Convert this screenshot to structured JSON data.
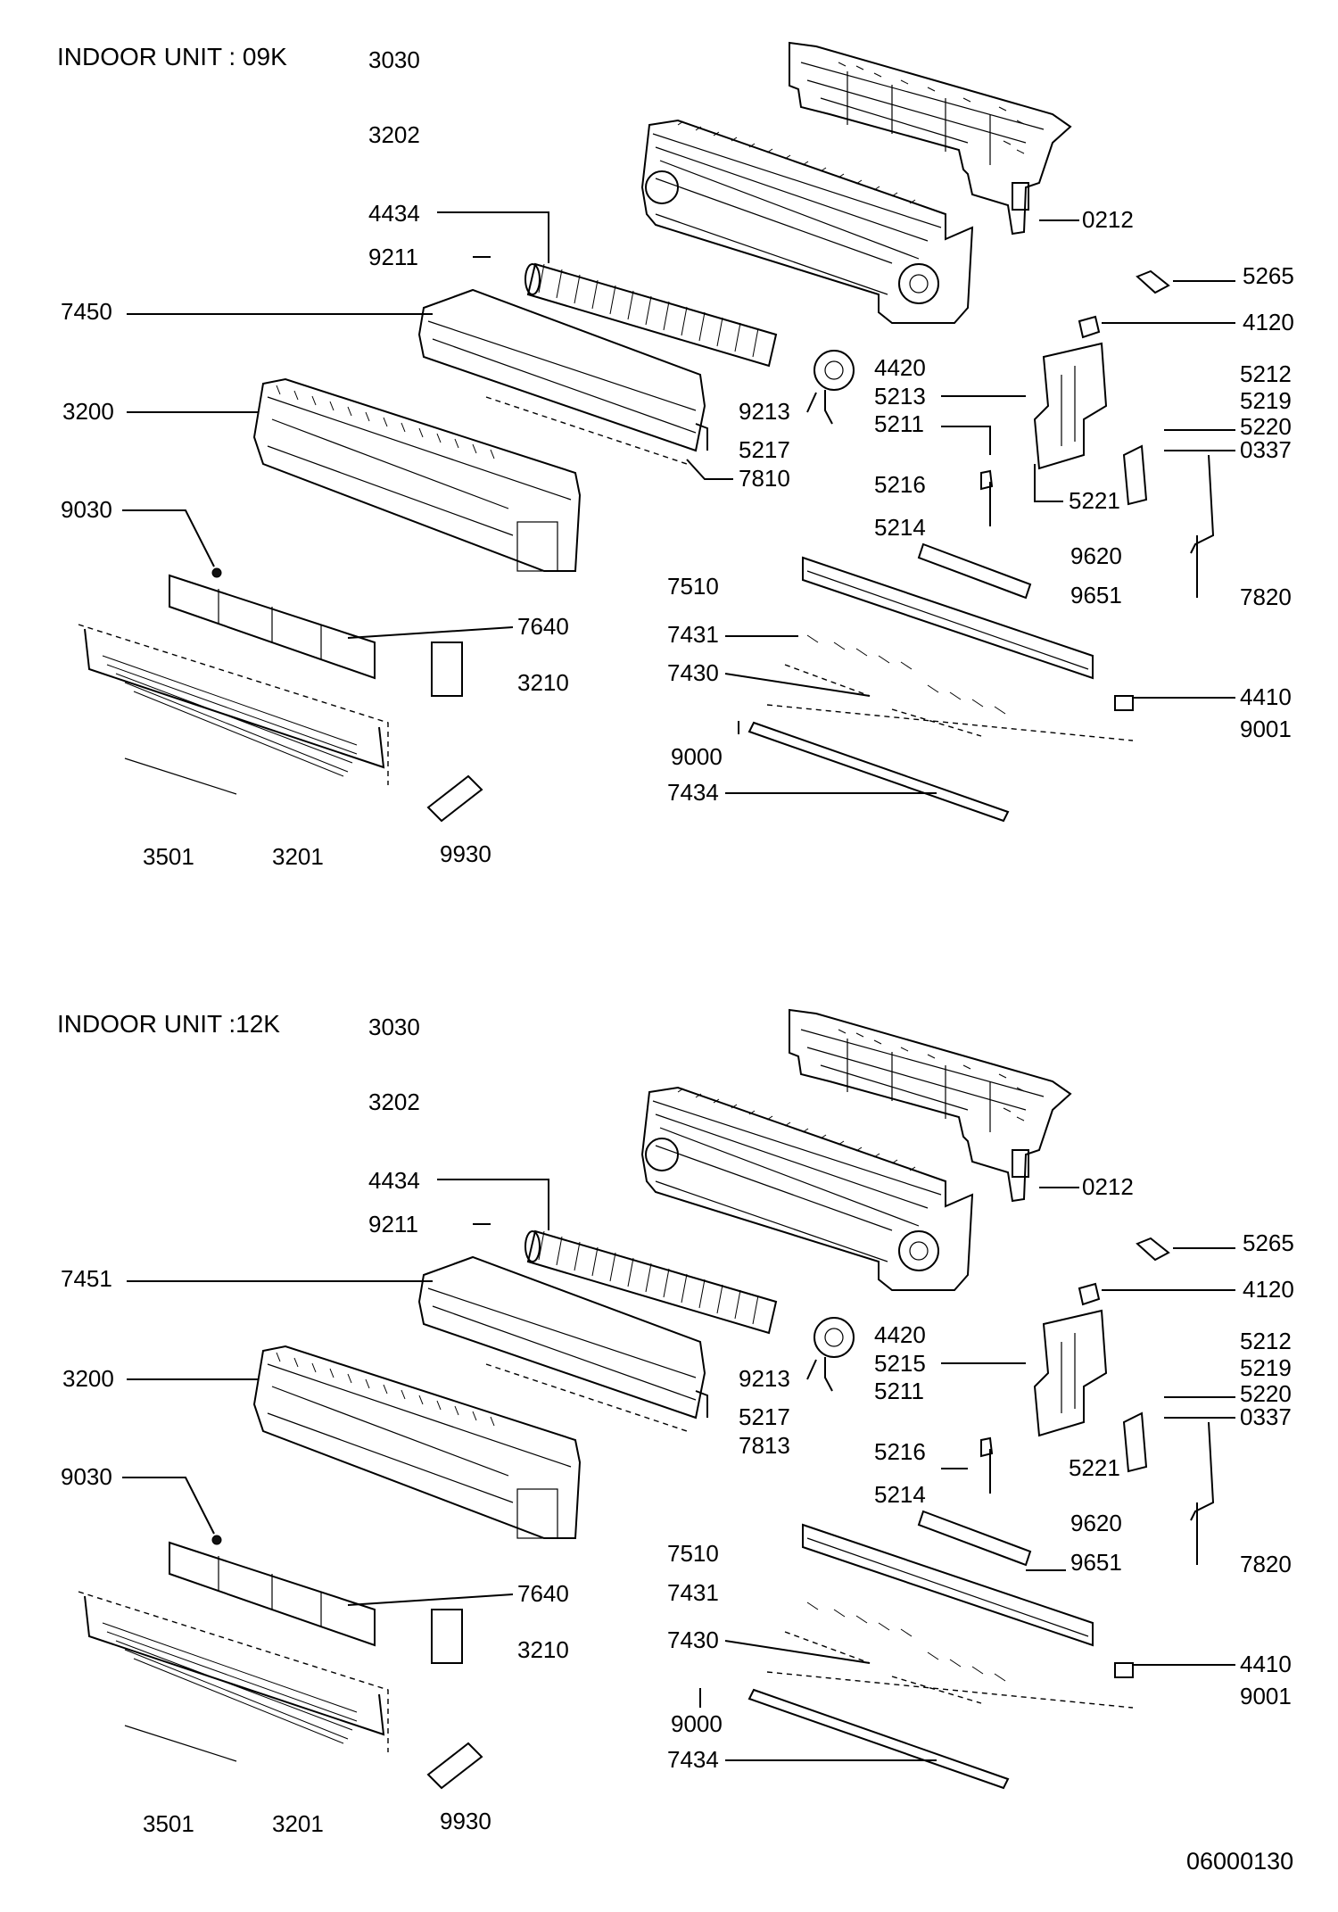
{
  "sections": [
    {
      "title": "INDOOR UNIT : 09K",
      "labels": [
        "3030",
        "3202",
        "4434",
        "9211",
        "7450",
        "0212",
        "5265",
        "4120",
        "4420",
        "5213",
        "5211",
        "5212",
        "5219",
        "5220",
        "0337",
        "3200",
        "9213",
        "5217",
        "7810",
        "5216",
        "5221",
        "5214",
        "9030",
        "9620",
        "9651",
        "7820",
        "7510",
        "7640",
        "7431",
        "3210",
        "7430",
        "4410",
        "9001",
        "9000",
        "7434",
        "3501",
        "3201",
        "9930"
      ]
    },
    {
      "title": "INDOOR UNIT :12K",
      "labels": [
        "3030",
        "3202",
        "4434",
        "9211",
        "7451",
        "0212",
        "5265",
        "4120",
        "4420",
        "5215",
        "5211",
        "5212",
        "5219",
        "5220",
        "0337",
        "3200",
        "9213",
        "5217",
        "7813",
        "5216",
        "5221",
        "5214",
        "9030",
        "9620",
        "9651",
        "7820",
        "7510",
        "7640",
        "7431",
        "3210",
        "7430",
        "4410",
        "9001",
        "9000",
        "7434",
        "3501",
        "3201",
        "9930"
      ]
    }
  ],
  "document_code": "06000130"
}
